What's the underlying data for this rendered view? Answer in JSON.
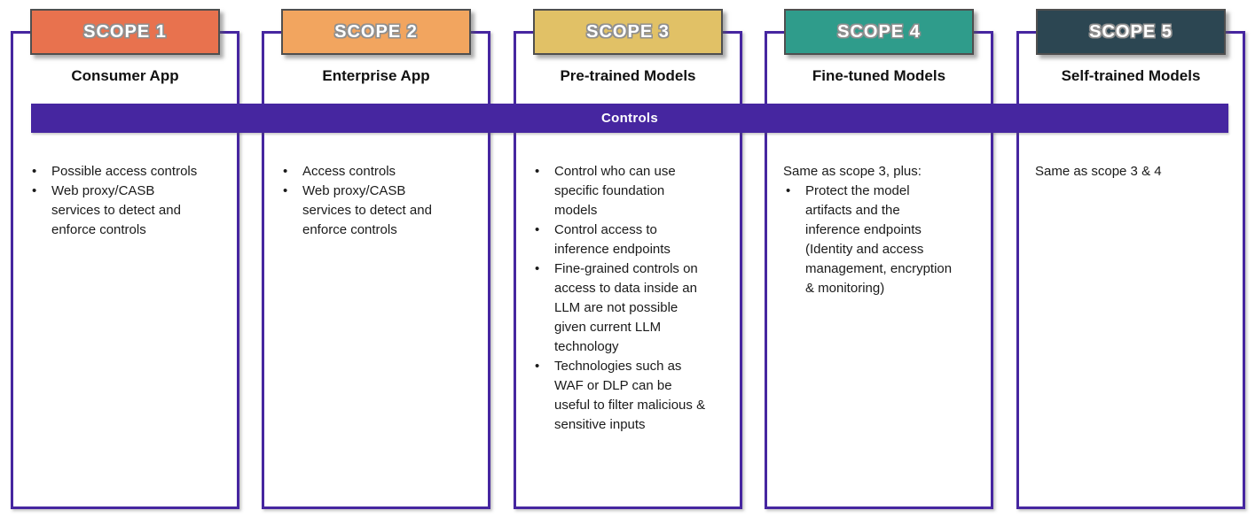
{
  "banner": {
    "label": "Controls",
    "bg": "#4626A0",
    "text_color": "#ffffff"
  },
  "colors": {
    "box_border": "#4626A0",
    "badge_border": "#4f4f4f",
    "badge_text": "#ffffff",
    "body_text": "#1a1a1a"
  },
  "columns": [
    {
      "badge_label": "SCOPE 1",
      "badge_bg": "#E8724E",
      "title": "Consumer App",
      "intro": "",
      "bullets": [
        "Possible access controls",
        "Web proxy/CASB services to detect and enforce controls"
      ]
    },
    {
      "badge_label": "SCOPE 2",
      "badge_bg": "#F2A55F",
      "title": "Enterprise App",
      "intro": "",
      "bullets": [
        "Access controls",
        "Web proxy/CASB services to detect and enforce controls"
      ]
    },
    {
      "badge_label": "SCOPE 3",
      "badge_bg": "#E1C166",
      "title": "Pre-trained Models",
      "intro": "",
      "bullets": [
        "Control who can use specific foundation models",
        "Control access to inference endpoints",
        "Fine-grained controls on access to data inside an LLM are not possible given current LLM technology",
        "Technologies such as WAF or DLP can be useful to filter malicious & sensitive inputs"
      ]
    },
    {
      "badge_label": "SCOPE 4",
      "badge_bg": "#2F9C8B",
      "title": "Fine-tuned Models",
      "intro": "Same as scope 3, plus:",
      "bullets": [
        "Protect the model artifacts and the inference endpoints (Identity and access management, encryption & monitoring)"
      ]
    },
    {
      "badge_label": "SCOPE 5",
      "badge_bg": "#2C4652",
      "title": "Self-trained Models",
      "intro": "Same as scope 3 & 4",
      "bullets": []
    }
  ]
}
